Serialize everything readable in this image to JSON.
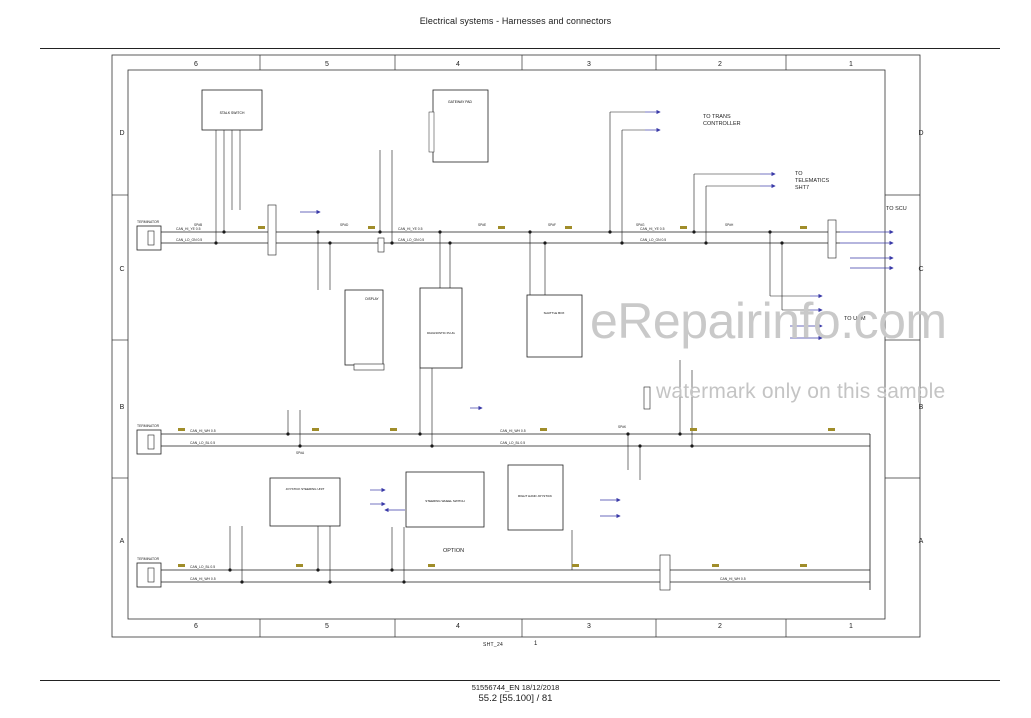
{
  "header": {
    "title": "Electrical systems - Harnesses and connectors"
  },
  "footer": {
    "doc_id": "51556744_EN 18/12/2018",
    "page_ref": "55.2 [55.100] / 81"
  },
  "sheet": {
    "label": "SHT_24",
    "number": "1"
  },
  "watermark": {
    "logo": "eRepairinfo.com",
    "note": "watermark only on this sample"
  },
  "frame": {
    "columns": [
      "6",
      "5",
      "4",
      "3",
      "2",
      "1"
    ],
    "rows": [
      "D",
      "C",
      "B",
      "A"
    ]
  },
  "annotations": {
    "to_trans": "TO TRANS",
    "controller": "CONTROLLER",
    "to_telematics": "TO",
    "telematics": "TELEMATICS",
    "sht7": "SHT7",
    "to_scu": "TO SCU",
    "to_ucm": "TO UCM",
    "option": "OPTION"
  },
  "components": {
    "stalk_switch": "STALK SWITCH",
    "gateway_pad": "GATEWAY PAD",
    "display": "DISPLAY",
    "diagnostic_plug": "DIAGNOSTIC PLUG",
    "shuttle_box": "SHUTTLE BOX",
    "joystick": "JOYSTICK STEERING UNIT",
    "steering_wheel": "STEERING WHEEL SWITCH",
    "rh_joystick": "RIGHT HAND JOYSTICK",
    "terminator_top": "TERMINATOR",
    "terminator_mid": "TERMINATOR",
    "terminator_bot": "TERMINATOR"
  },
  "bus_labels": {
    "can_hi_ye": "CAN_HI_YE 0.5",
    "can_lo_gn": "CAN_LO_GN 0.5",
    "can_hi_wh": "CAN_HI_WH 0.5",
    "can_lo_bl": "CAN_LO_BL 0.5",
    "can_lo_bl_short": "CAN_LO_BL"
  },
  "splices": [
    "SP#B",
    "SP#D",
    "SP#E",
    "SP#F",
    "SP#G",
    "SP#H",
    "SP#A",
    "SP#K"
  ],
  "colors": {
    "line": "#1a1a1a",
    "arrow": "#3a3aa8",
    "splice_tag": "#a08d2a",
    "magenta": "#b03db0",
    "gridline": "#555555"
  }
}
